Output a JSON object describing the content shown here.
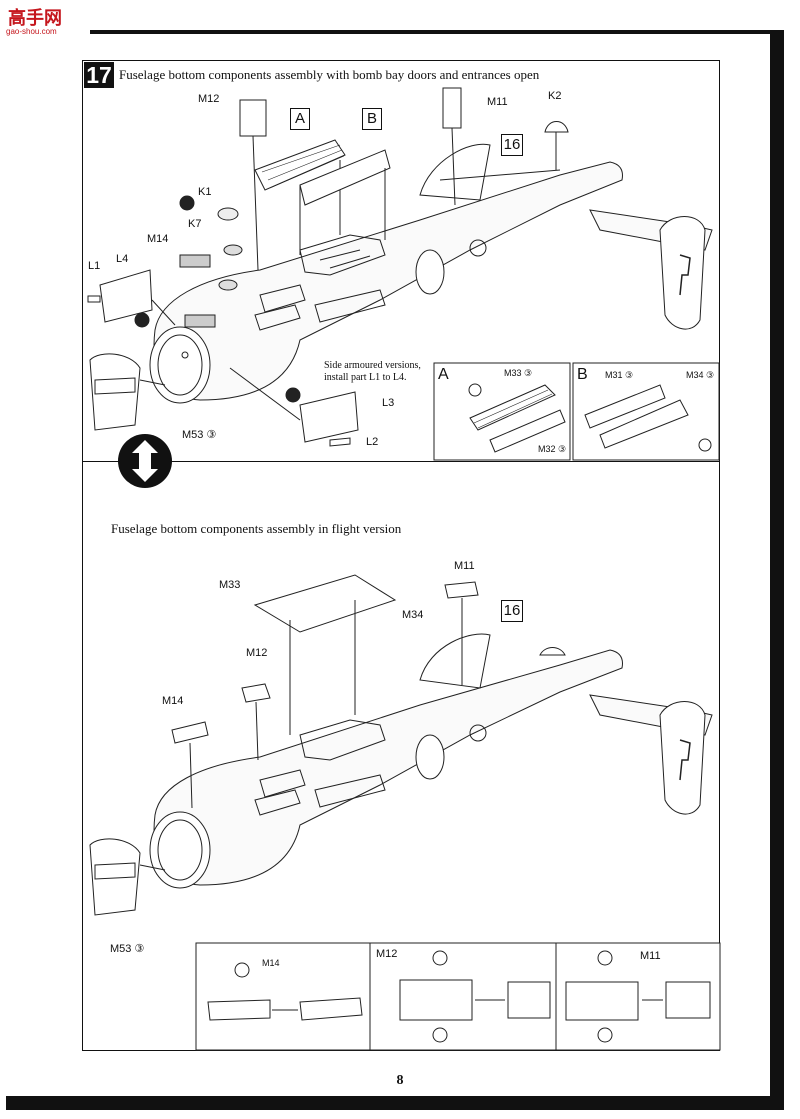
{
  "logo": {
    "text": "高手网",
    "sub": "gao-shou.com"
  },
  "step": {
    "number": "17",
    "title": "Fuselage bottom components assembly with bomb bay doors and entrances open",
    "ref_box": "16",
    "labels": {
      "m12": "M12",
      "m11": "M11",
      "k2": "K2",
      "k1": "K1",
      "k7": "K7",
      "m14": "M14",
      "l1": "L1",
      "l4": "L4",
      "l3": "L3",
      "l2": "L2",
      "m53": "M53 ③"
    },
    "callout_a": "A",
    "callout_b": "B",
    "note_line1": "Side armoured versions,",
    "note_line2": "install part L1 to L4."
  },
  "detail_a": {
    "letter": "A",
    "m33": "M33 ③",
    "m32": "M32 ③"
  },
  "detail_b": {
    "letter": "B",
    "m31": "M31 ③",
    "m34": "M34 ③"
  },
  "flight": {
    "title": "Fuselage bottom components assembly in flight version",
    "ref_box": "16",
    "labels": {
      "m33": "M33",
      "m34": "M34",
      "m11": "M11",
      "m12": "M12",
      "m14": "M14",
      "m53": "M53 ③"
    }
  },
  "details_bottom": {
    "m14": "M14",
    "m12": "M12",
    "m11": "M11"
  },
  "page_number": "8"
}
